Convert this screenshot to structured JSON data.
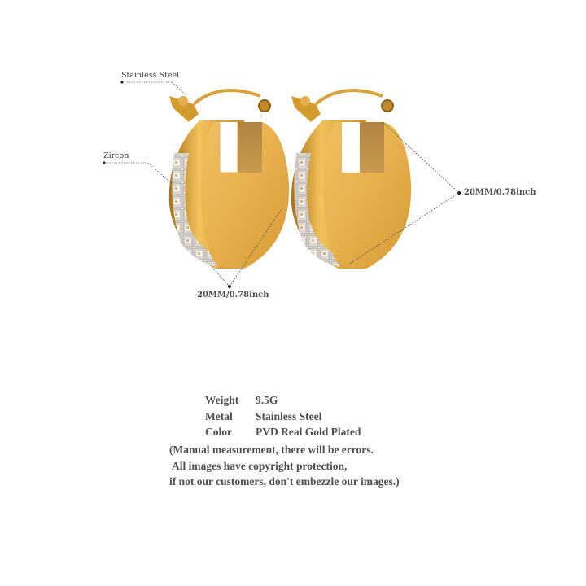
{
  "annotations": {
    "stainless_steel": "Stainless Steel",
    "zircon": "Zircon",
    "dimension_right": "20MM/0.78inch",
    "dimension_bottom": "20MM/0.78inch"
  },
  "specs": [
    {
      "key": "Weight",
      "value": "9.5G"
    },
    {
      "key": "Metal",
      "value": "Stainless Steel"
    },
    {
      "key": "Color",
      "value": "PVD Real Gold Plated"
    }
  ],
  "notes": [
    "(Manual measurement, there will be errors.",
    "All images have copyright protection,",
    "if not our customers, don't embezzle our images.)"
  ],
  "colors": {
    "gold_face": "#e8b24e",
    "gold_dark": "#b8801e",
    "gold_rim": "#d69a2a",
    "zircon": "#e9e6e2",
    "background": "#ffffff",
    "text": "#4e4e4e"
  }
}
